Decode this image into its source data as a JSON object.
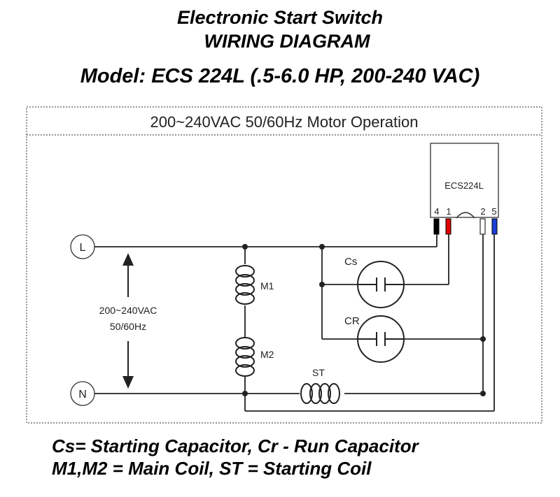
{
  "title": "Electronic Start Switch",
  "subtitle": "WIRING DIAGRAM",
  "model_line": "Model:  ECS 224L (.5-6.0 HP, 200-240 VAC)",
  "diagram": {
    "banner": "200~240VAC 50/60Hz Motor Operation",
    "module_label": "ECS224L",
    "terminals": [
      "4",
      "1",
      "2",
      "5"
    ],
    "line_terminal": "L",
    "neutral_terminal": "N",
    "supply_voltage": "200~240VAC",
    "supply_freq": "50/60Hz",
    "cap_start_label": "Cs",
    "cap_run_label": "CR",
    "coil_main1": "M1",
    "coil_main2": "M2",
    "coil_start": "ST",
    "colors": {
      "terminal_4": "#000000",
      "terminal_1": "#e00000",
      "terminal_2": "#ffffff",
      "terminal_5": "#1a3fd6"
    }
  },
  "legend": {
    "line1": "Cs= Starting Capacitor, Cr - Run Capacitor",
    "line2": "M1,M2 = Main Coil, ST = Starting Coil"
  }
}
